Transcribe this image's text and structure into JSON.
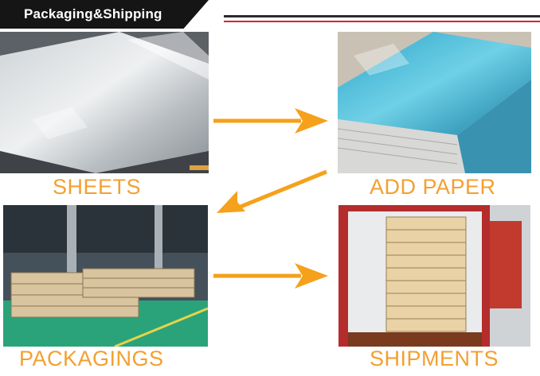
{
  "header": {
    "title": "Packaging&Shipping"
  },
  "steps": [
    {
      "label": "SHEETS"
    },
    {
      "label": "ADD PAPER"
    },
    {
      "label": "PACKAGINGS"
    },
    {
      "label": "SHIPMENTS"
    }
  ],
  "colors": {
    "caption": "#f3a030",
    "arrow": "#f5a11c",
    "header_bg": "#151515",
    "header_accent": "#c8283a"
  },
  "icons": [
    "arrow-right-icon",
    "arrow-down-left-icon",
    "arrow-right-icon"
  ]
}
